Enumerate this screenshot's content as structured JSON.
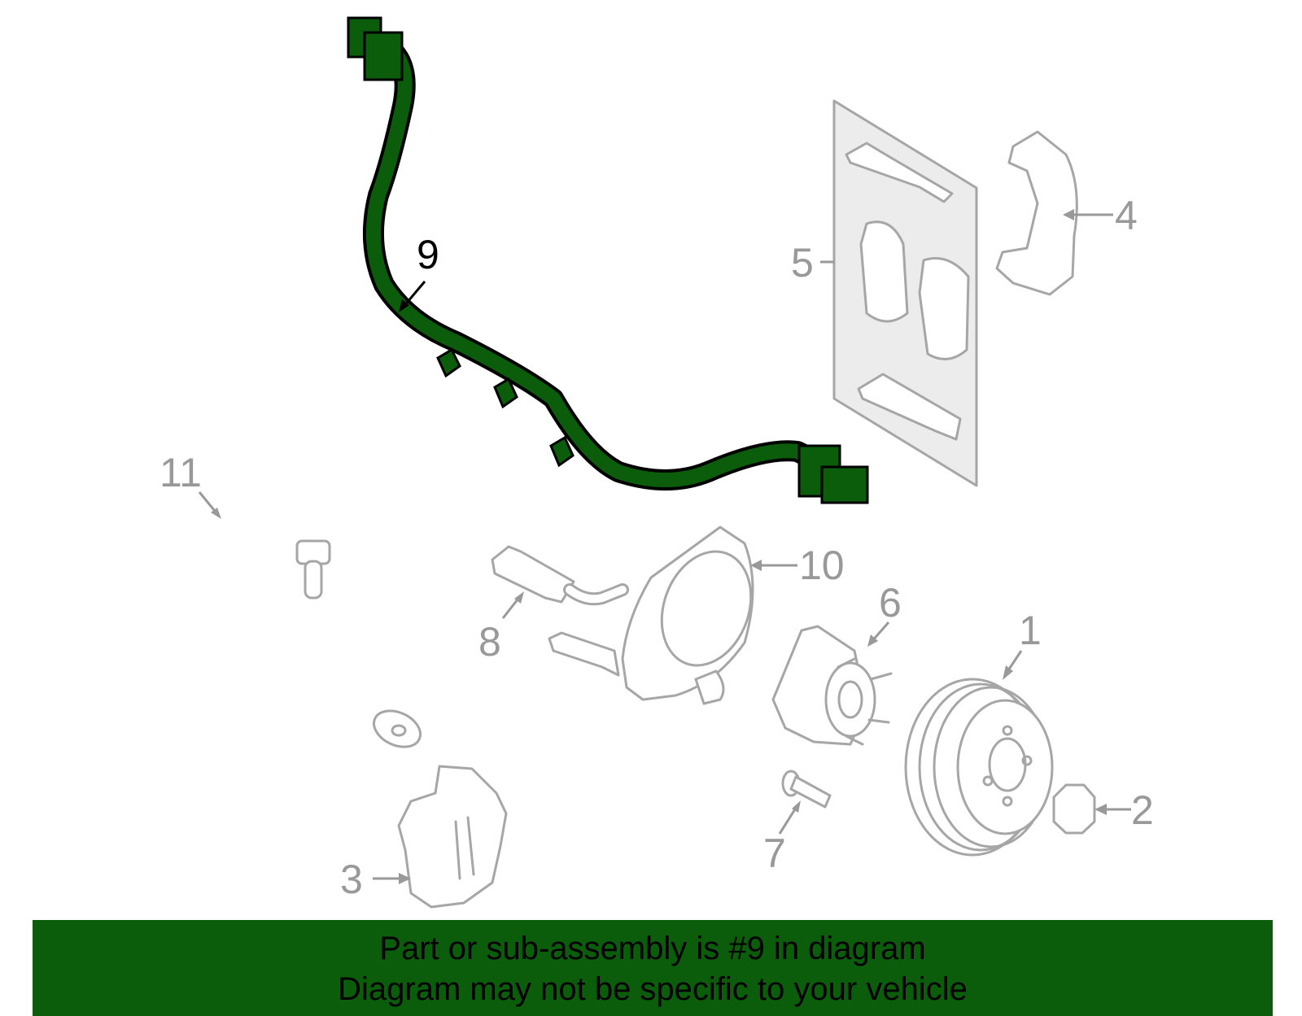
{
  "callouts": {
    "c1": "1",
    "c2": "2",
    "c3": "3",
    "c4": "4",
    "c5": "5",
    "c6": "6",
    "c7": "7",
    "c8": "8",
    "c9": "9",
    "c10": "10",
    "c11": "11"
  },
  "highlight_part": "9",
  "colors": {
    "highlight": "#0b5c0b",
    "outline": "#a6a6a6",
    "callout_text": "#999999",
    "banner_bg": "#0b5c0b"
  },
  "banner": {
    "line1": "Part or sub-assembly is #9 in diagram",
    "line2": "Diagram may not be specific to your vehicle"
  }
}
